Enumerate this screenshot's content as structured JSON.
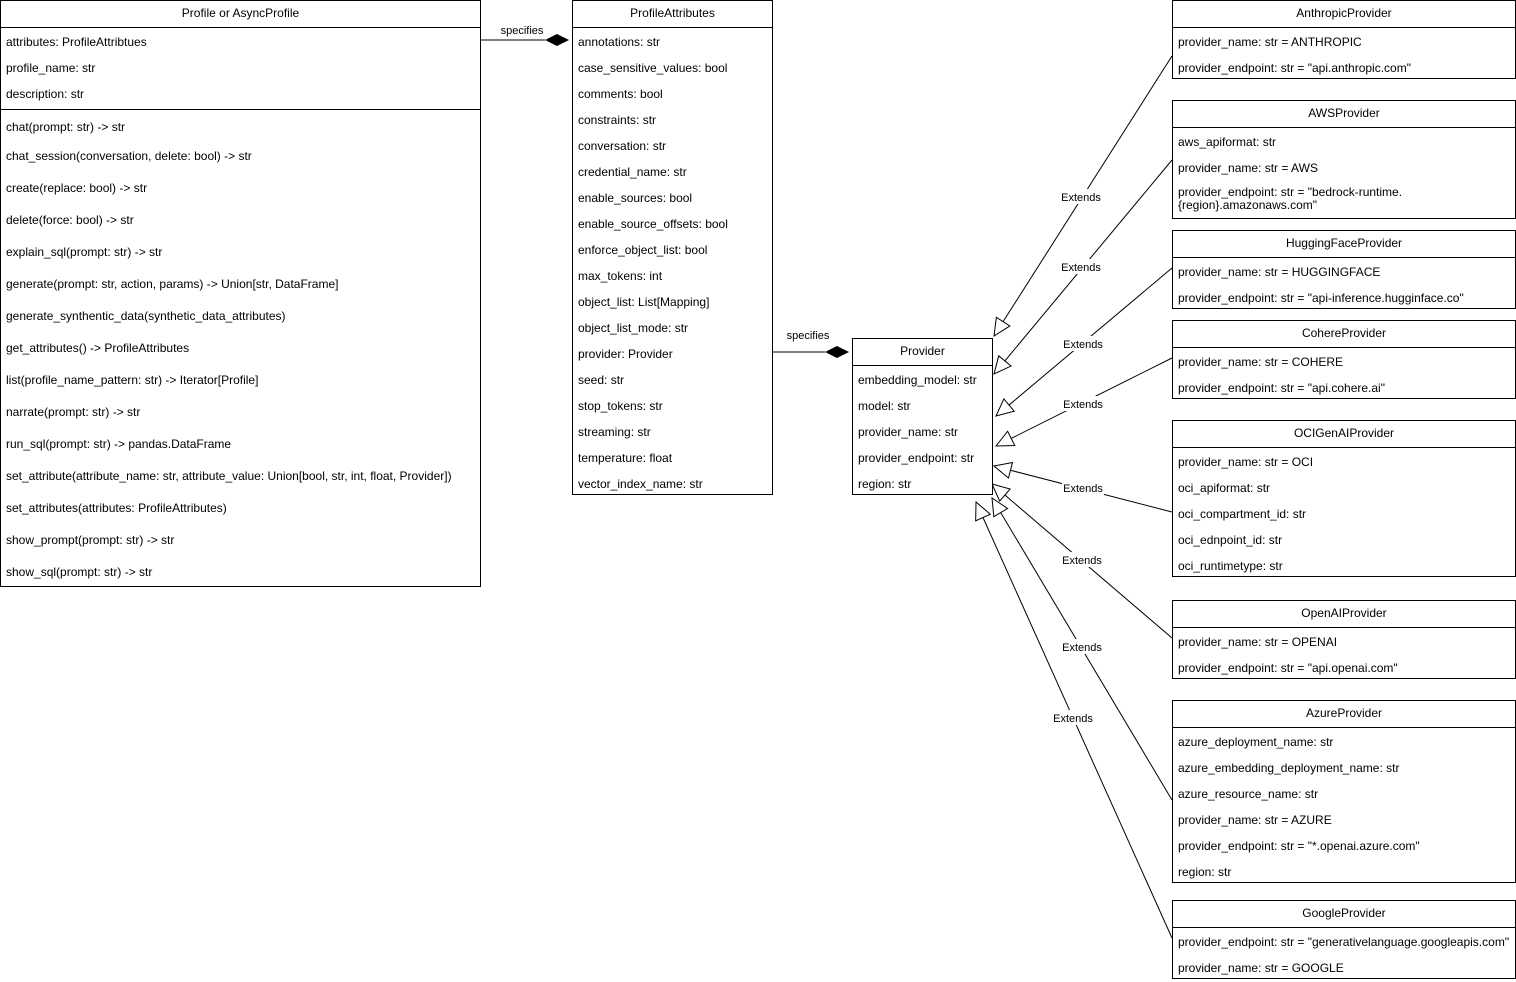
{
  "classes": {
    "profile": {
      "name": "Profile or AsyncProfile",
      "attributes": [
        "attributes: ProfileAttribtues",
        "profile_name: str",
        "description: str"
      ],
      "methods": [
        "chat(prompt: str) -> str",
        "chat_session(conversation, delete: bool) -> str",
        "create(replace: bool) -> str",
        "delete(force: bool) -> str",
        "explain_sql(prompt: str) -> str",
        "generate(prompt: str, action, params) -> Union[str, DataFrame]",
        "generate_synthentic_data(synthetic_data_attributes)",
        "get_attributes() -> ProfileAttributes",
        "list(profile_name_pattern: str) -> Iterator[Profile]",
        "narrate(prompt: str) -> str",
        "run_sql(prompt: str) -> pandas.DataFrame",
        "set_attribute(attribute_name: str, attribute_value: Union[bool, str, int, float, Provider])",
        "set_attributes(attributes: ProfileAttributes)",
        "show_prompt(prompt: str) -> str",
        "show_sql(prompt: str) -> str"
      ]
    },
    "profile_attributes": {
      "name": "ProfileAttributes",
      "attributes": [
        "annotations: str",
        "case_sensitive_values: bool",
        "comments: bool",
        "constraints: str",
        "conversation: str",
        "credential_name: str",
        "enable_sources: bool",
        "enable_source_offsets: bool",
        "enforce_object_list: bool",
        "max_tokens: int",
        "object_list: List[Mapping]",
        "object_list_mode: str",
        "provider: Provider",
        "seed: str",
        "stop_tokens: str",
        "streaming: str",
        "temperature: float",
        "vector_index_name: str"
      ]
    },
    "provider": {
      "name": "Provider",
      "attributes": [
        "embedding_model: str",
        "model: str",
        "provider_name: str",
        "provider_endpoint: str",
        "region: str"
      ]
    },
    "anthropic": {
      "name": "AnthropicProvider",
      "attributes": [
        "provider_name: str = ANTHROPIC",
        "provider_endpoint: str = \"api.anthropic.com\""
      ]
    },
    "aws": {
      "name": "AWSProvider",
      "attributes": [
        "aws_apiformat: str",
        "provider_name: str = AWS",
        "provider_endpoint: str = \"bedrock-runtime.{region}.amazonaws.com\""
      ]
    },
    "huggingface": {
      "name": "HuggingFaceProvider",
      "attributes": [
        "provider_name: str = HUGGINGFACE",
        "provider_endpoint: str = \"api-inference.hugginface.co\""
      ]
    },
    "cohere": {
      "name": "CohereProvider",
      "attributes": [
        "provider_name: str = COHERE",
        "provider_endpoint: str = \"api.cohere.ai\""
      ]
    },
    "ocigenai": {
      "name": "OCIGenAIProvider",
      "attributes": [
        "provider_name: str = OCI",
        "oci_apiformat: str",
        "oci_compartment_id: str",
        "oci_ednpoint_id: str",
        "oci_runtimetype: str"
      ]
    },
    "openai": {
      "name": "OpenAIProvider",
      "attributes": [
        "provider_name: str = OPENAI",
        "provider_endpoint: str = \"api.openai.com\""
      ]
    },
    "azure": {
      "name": "AzureProvider",
      "attributes": [
        "azure_deployment_name: str",
        "azure_embedding_deployment_name: str",
        "azure_resource_name: str",
        "provider_name: str = AZURE",
        "provider_endpoint: str = \"*.openai.azure.com\"",
        "region: str"
      ]
    },
    "google": {
      "name": "GoogleProvider",
      "attributes": [
        "provider_endpoint: str = \"generativelanguage.googleapis.com\"",
        "provider_name: str = GOOGLE"
      ]
    }
  },
  "relations": {
    "specifies_label": "specifies",
    "extends_label": "Extends"
  }
}
